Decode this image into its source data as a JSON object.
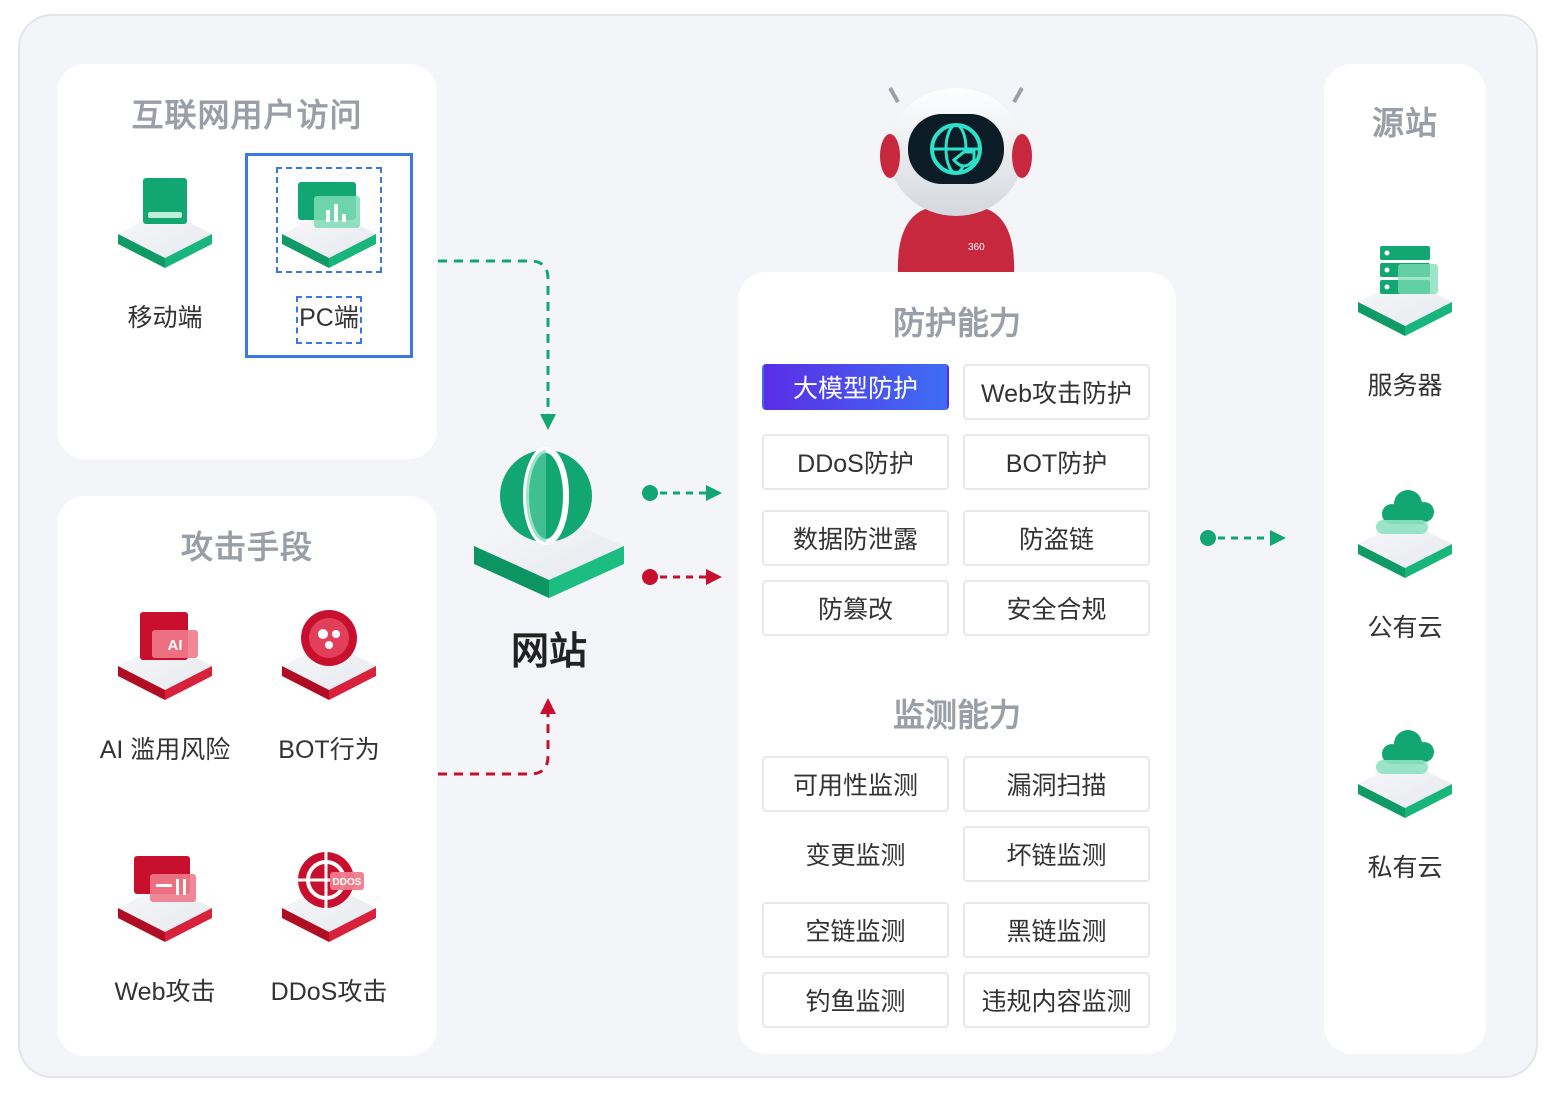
{
  "user_access": {
    "title": "互联网用户访问",
    "items": [
      {
        "label": "移动端",
        "icon": "mobile-device-icon"
      },
      {
        "label": "PC端",
        "icon": "pc-monitor-icon"
      }
    ]
  },
  "attacks": {
    "title": "攻击手段",
    "items": [
      {
        "label": "AI 滥用风险",
        "icon": "ai-chip-icon",
        "badge": "AI"
      },
      {
        "label": "BOT行为",
        "icon": "bot-virus-icon"
      },
      {
        "label": "Web攻击",
        "icon": "web-attack-icon"
      },
      {
        "label": "DDoS攻击",
        "icon": "ddos-target-icon",
        "badge": "DDOS"
      }
    ]
  },
  "website": {
    "label": "网站",
    "icon": "globe-icon"
  },
  "protection": {
    "title": "防护能力",
    "items": [
      "大模型防护",
      "Web攻击防护",
      "DDoS防护",
      "BOT防护",
      "数据防泄露",
      "防盗链",
      "防篡改",
      "安全合规"
    ]
  },
  "monitoring": {
    "title": "监测能力",
    "items": [
      "可用性监测",
      "漏洞扫描",
      "变更监测",
      "坏链监测",
      "空链监测",
      "黑链监测",
      "钓鱼监测",
      "违规内容监测"
    ]
  },
  "robot": {
    "brand": "360",
    "icon": "robot-mascot-icon"
  },
  "origin": {
    "title": "源站",
    "items": [
      {
        "label": "服务器",
        "icon": "server-icon"
      },
      {
        "label": "公有云",
        "icon": "public-cloud-icon"
      },
      {
        "label": "私有云",
        "icon": "private-cloud-icon"
      }
    ]
  },
  "colors": {
    "green": "#12a673",
    "red": "#c8102e",
    "accent_blue": "#3b78e7",
    "active_start": "#5b2ee6",
    "active_end": "#3e6df4"
  }
}
